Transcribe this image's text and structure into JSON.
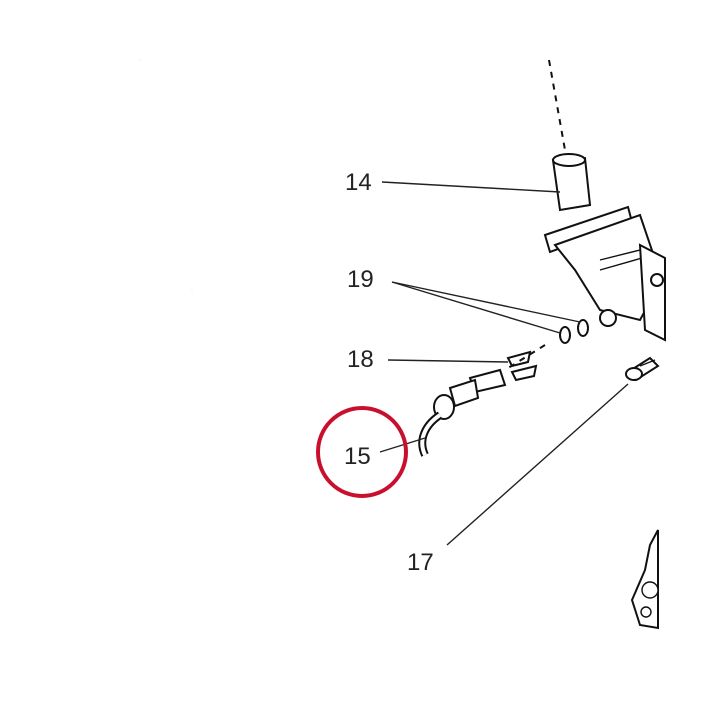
{
  "callouts": {
    "c14": "14",
    "c19": "19",
    "c18": "18",
    "c15": "15",
    "c17": "17"
  },
  "highlight": {
    "target": "15",
    "color": "#c8102e"
  },
  "icons": [
    "hose-icon",
    "thermostat-housing-icon",
    "sensor-icon",
    "bolt-icon",
    "o-ring-icon",
    "clip-icon"
  ]
}
